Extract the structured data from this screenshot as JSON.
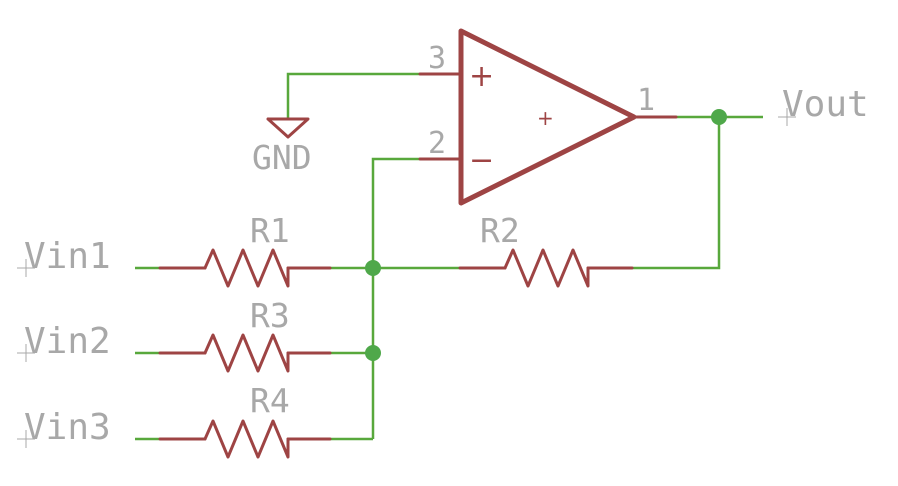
{
  "schematic": {
    "colors": {
      "wire": "#58a83c",
      "part": "#9e4444",
      "label": "#a8a8a8",
      "junction": "#4fa84a"
    },
    "opamp": {
      "pin_noninv": "3",
      "pin_inv": "2",
      "pin_out": "1",
      "plus_sign": "+",
      "minus_sign": "−",
      "center_mark": "+"
    },
    "ground_label": "GND",
    "output_label": "Vout",
    "resistors": [
      {
        "label": "R1"
      },
      {
        "label": "R2"
      },
      {
        "label": "R3"
      },
      {
        "label": "R4"
      }
    ],
    "inputs": [
      {
        "label": "Vin1"
      },
      {
        "label": "Vin2"
      },
      {
        "label": "Vin3"
      }
    ]
  }
}
